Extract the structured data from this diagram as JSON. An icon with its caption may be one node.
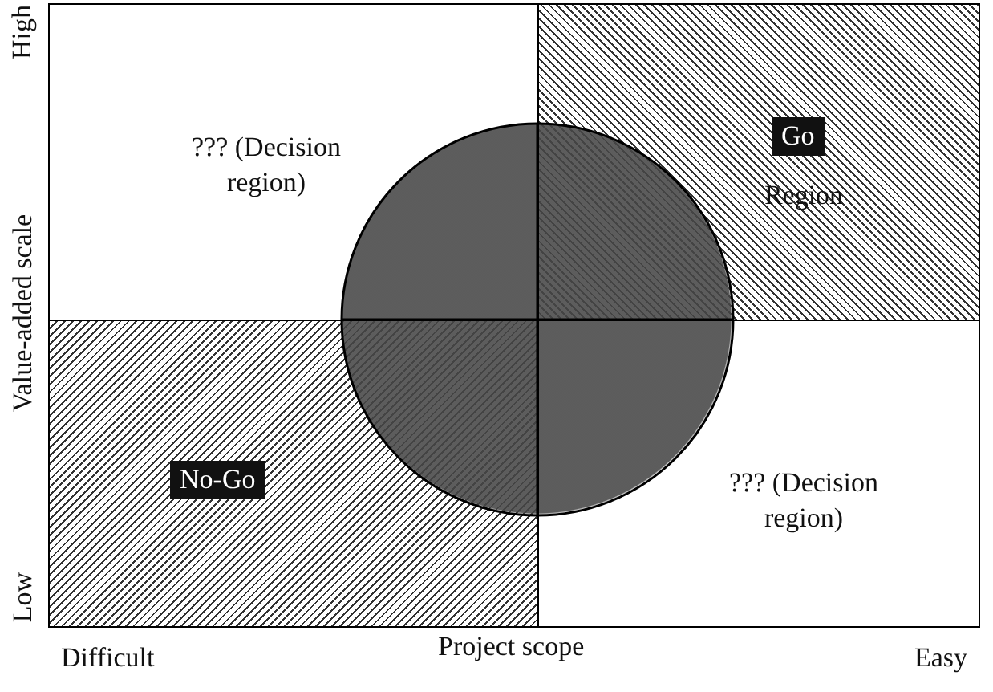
{
  "diagram": {
    "nodes": [
      {
        "text": [
          "??? (Decision region)"
        ]
      },
      {
        "text": [
          "Region"
        ]
      },
      {
        "text": [
          "Go"
        ],
        "in": 1
      },
      {
        "text": [],
        "shape": "box"
      },
      {
        "text": [
          "No-Go"
        ],
        "in": 3
      },
      {
        "text": [
          "??? (Decision region)"
        ]
      },
      {
        "text": [],
        "shape": "circle"
      }
    ],
    "edges": [],
    "labels": [
      "High",
      "Value-added scale",
      "Low",
      "Difficult",
      "Project scope",
      "Easy"
    ]
  }
}
